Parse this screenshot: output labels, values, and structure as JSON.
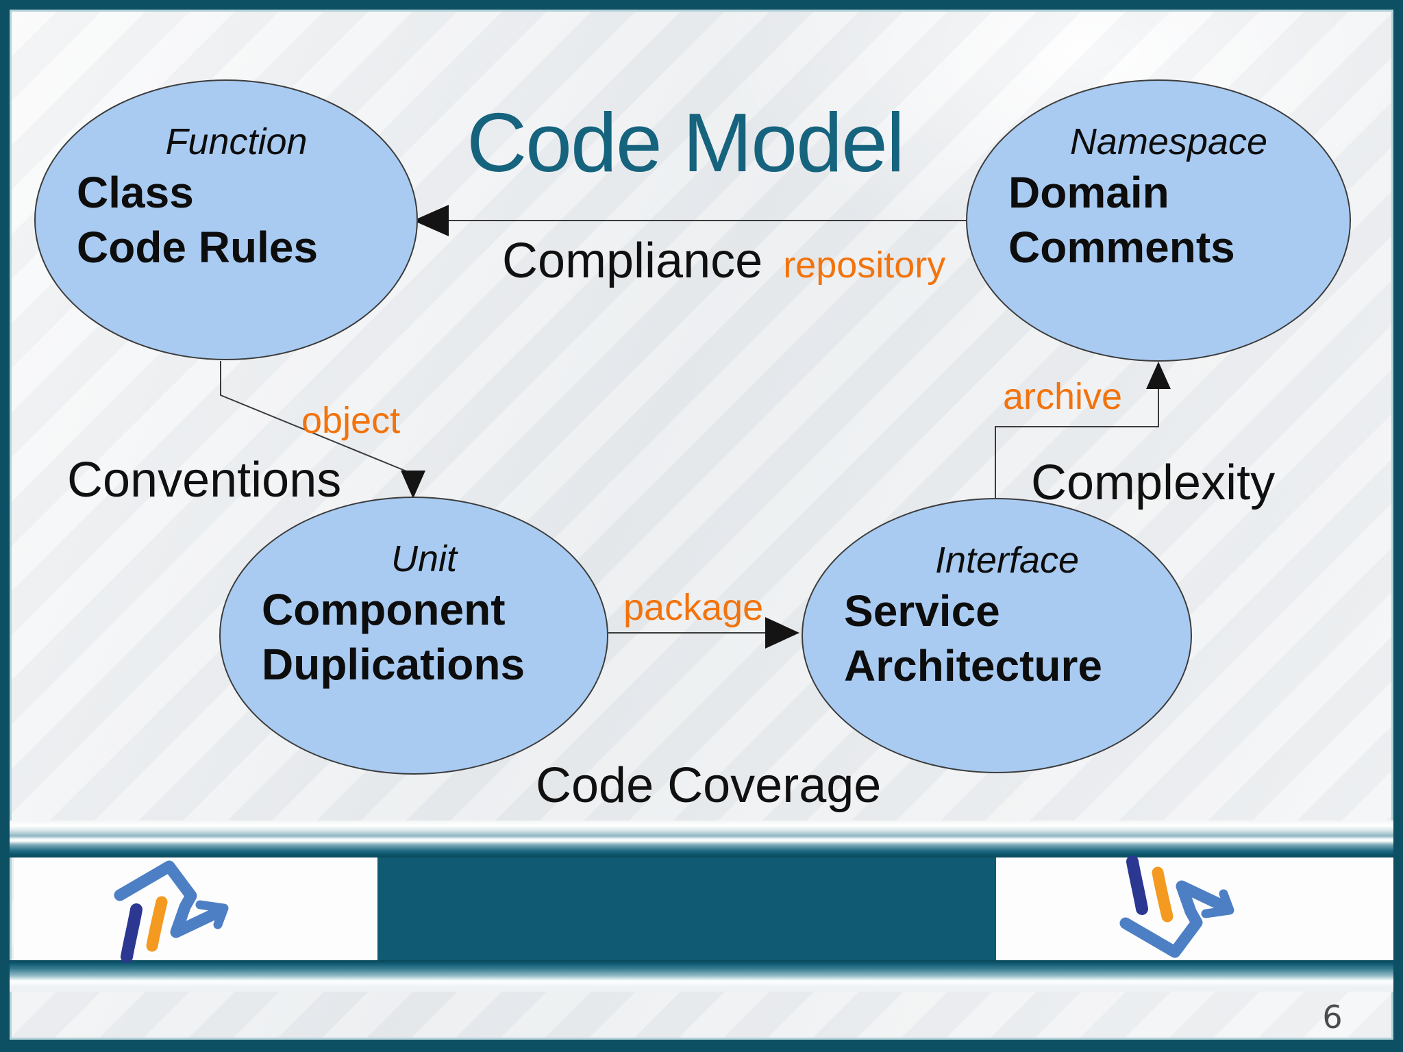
{
  "slide": {
    "title": "Code Model",
    "page_number": "6"
  },
  "nodes": [
    {
      "id": "class-code-rules",
      "stereotype": "Function",
      "lines": [
        "Class",
        "Code Rules"
      ]
    },
    {
      "id": "domain-comments",
      "stereotype": "Namespace",
      "lines": [
        "Domain",
        "Comments"
      ]
    },
    {
      "id": "component-duplications",
      "stereotype": "Unit",
      "lines": [
        "Component",
        "Duplications"
      ]
    },
    {
      "id": "service-architecture",
      "stereotype": "Interface",
      "lines": [
        "Service",
        "Architecture"
      ]
    }
  ],
  "edges": {
    "compliance_label": "Compliance",
    "repository_label": "repository",
    "object_label": "object",
    "package_label": "package",
    "archive_label": "archive"
  },
  "regions": {
    "conventions_label": "Conventions",
    "complexity_label": "Complexity",
    "code_coverage_label": "Code Coverage"
  },
  "icons": {
    "left_logo": "hand-drawn-arrow-up-logo",
    "right_logo": "hand-drawn-arrow-down-logo"
  },
  "colors": {
    "title_teal": "#16637e",
    "node_fill": "#a9cbf1",
    "node_stroke": "#3c3c3c",
    "accent_orange": "#f2730d",
    "border_teal": "#0d4f63",
    "footer_bar_teal": "#115a73",
    "logo_navy": "#2c3792",
    "logo_orange": "#f49a21",
    "logo_blue": "#4d7fc4",
    "page_number_gray": "#4b4b4b"
  }
}
